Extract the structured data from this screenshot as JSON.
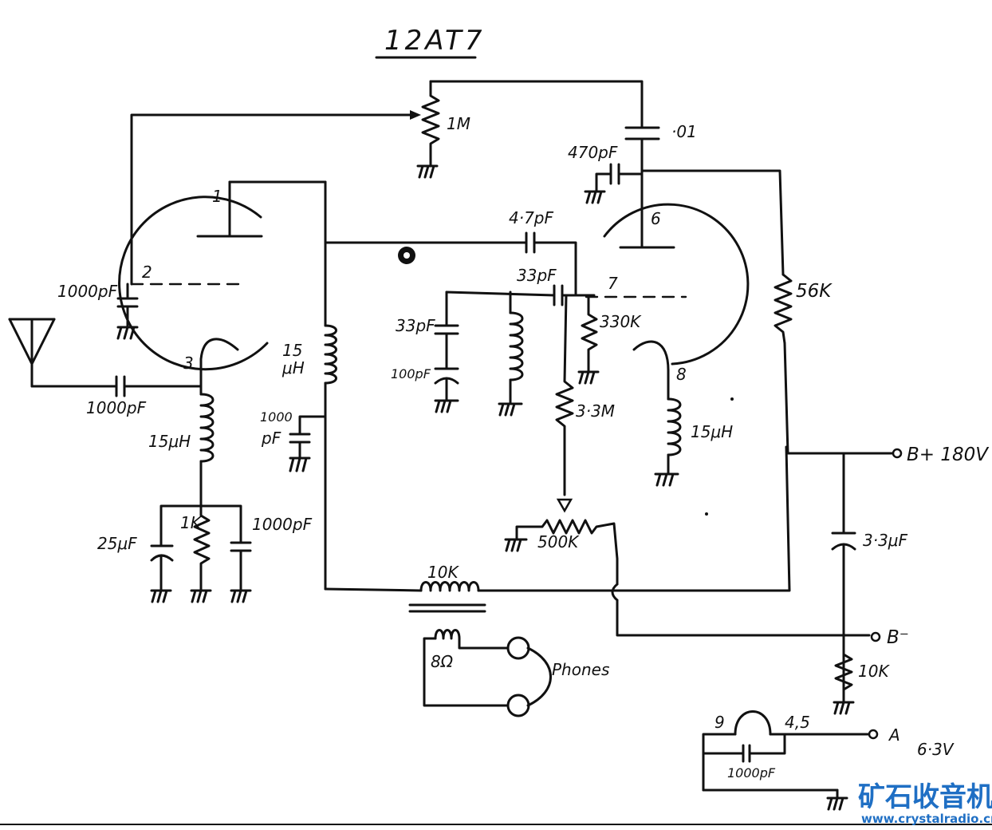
{
  "title": "12AT7",
  "tube": {
    "pins": {
      "p1": "1",
      "p2": "2",
      "p3": "3",
      "p6": "6",
      "p7": "7",
      "p8": "8",
      "p9": "9",
      "p45": "4,5"
    }
  },
  "labels": {
    "pot_1m": "1M",
    "cap_01": "·01",
    "cap_470pf": "470pF",
    "cap_47pf": "4·7pF",
    "cap_33pf_top": "33pF",
    "cap_33pf_left": "33pF",
    "cap_100pf": "100pF",
    "res_330k": "330K",
    "res_33m": "3·3M",
    "res_56k": "56K",
    "cap_1000pf_grid": "1000pF",
    "cap_1000pf_ant": "1000pF",
    "ind_15uh_left_a": "15",
    "ind_15uh_left_b": "μH",
    "cap_1000pf_mid_a": "1000",
    "cap_1000pf_mid_b": "pF",
    "ind_15uh_cath": "15μH",
    "ind_15uh_right": "15μH",
    "cap_25uf": "25μF",
    "res_1k": "1K",
    "cap_1000pf_cath": "1000pF",
    "pot_500k": "500K",
    "xfmr_10k": "10K",
    "xfmr_8ohm": "8Ω",
    "phones": "Phones",
    "bplus": "B+ 180V",
    "cap_33uf": "3·3μF",
    "bminus": "B⁻",
    "res_10k": "10K",
    "heater_a": "A",
    "heater_v": "6·3V",
    "cap_1000pf_heater": "1000pF"
  },
  "watermark": {
    "cn": "矿石收音机",
    "url": "www.crystalradio.cn"
  }
}
